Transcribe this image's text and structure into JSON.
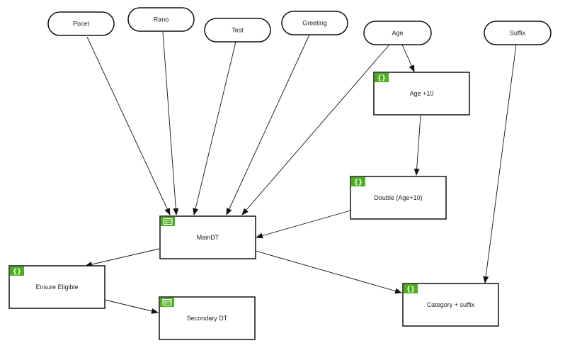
{
  "colors": {
    "node_border": "#111111",
    "node_fill": "#ffffff",
    "edge": "#111111",
    "badge_fill": "#4caf1f",
    "badge_glyph": "#ffffff"
  },
  "inputs": [
    {
      "id": "pocet",
      "label": "Pocet"
    },
    {
      "id": "rano",
      "label": "Rano"
    },
    {
      "id": "test",
      "label": "Test"
    },
    {
      "id": "greeting",
      "label": "Greeting"
    },
    {
      "id": "age",
      "label": "Age"
    },
    {
      "id": "suffix",
      "label": "Suffix"
    }
  ],
  "decisions": [
    {
      "id": "age10",
      "label": "Age +10",
      "icon": "literal-expression-icon"
    },
    {
      "id": "double",
      "label": "Double (Age+10)",
      "icon": "literal-expression-icon"
    },
    {
      "id": "maindt",
      "label": "MainDT",
      "icon": "decision-table-icon"
    },
    {
      "id": "ensure",
      "label": "Ensure Eligible",
      "icon": "literal-expression-icon"
    },
    {
      "id": "secondary",
      "label": "Secondary DT",
      "icon": "decision-table-icon"
    },
    {
      "id": "category",
      "label": "Category + suffix",
      "icon": "literal-expression-icon"
    }
  ],
  "edges": [
    {
      "from": "pocet",
      "to": "maindt"
    },
    {
      "from": "rano",
      "to": "maindt"
    },
    {
      "from": "test",
      "to": "maindt"
    },
    {
      "from": "greeting",
      "to": "maindt"
    },
    {
      "from": "age",
      "to": "maindt"
    },
    {
      "from": "age",
      "to": "age10"
    },
    {
      "from": "age10",
      "to": "double"
    },
    {
      "from": "double",
      "to": "maindt"
    },
    {
      "from": "maindt",
      "to": "ensure"
    },
    {
      "from": "maindt",
      "to": "category"
    },
    {
      "from": "ensure",
      "to": "secondary"
    },
    {
      "from": "suffix",
      "to": "category"
    }
  ]
}
